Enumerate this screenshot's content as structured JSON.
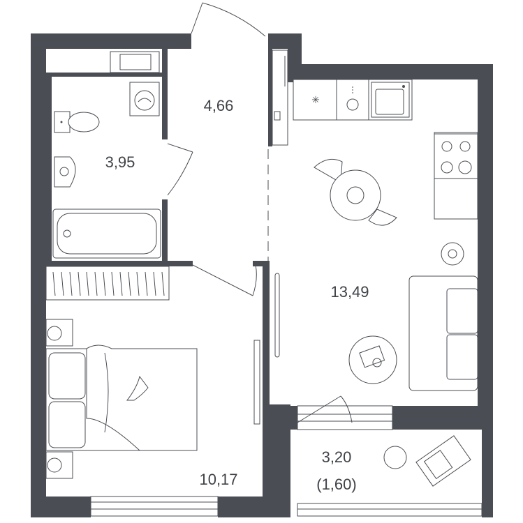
{
  "floorplan": {
    "colors": {
      "wall": "#4a4d53",
      "line": "#4a4d53",
      "background": "#ffffff"
    },
    "rooms": [
      {
        "id": "hallway",
        "area": "4,66"
      },
      {
        "id": "bathroom",
        "area": "3,95"
      },
      {
        "id": "kitchen-living",
        "area": "13,49"
      },
      {
        "id": "bedroom",
        "area": "10,17"
      },
      {
        "id": "balcony",
        "area": "3,20",
        "reduced_area": "(1,60)"
      }
    ],
    "icons": [
      "washing-machine-icon",
      "toilet-icon",
      "sink-icon",
      "bathtub-icon",
      "wardrobe-icon",
      "bed-icon",
      "cat-icon",
      "nightstand-lamp-icon",
      "stove-icon",
      "kitchen-sink-icon",
      "dining-table-icon",
      "sofa-icon",
      "coffee-table-icon",
      "balcony-table-icon",
      "lounge-chair-icon"
    ]
  }
}
